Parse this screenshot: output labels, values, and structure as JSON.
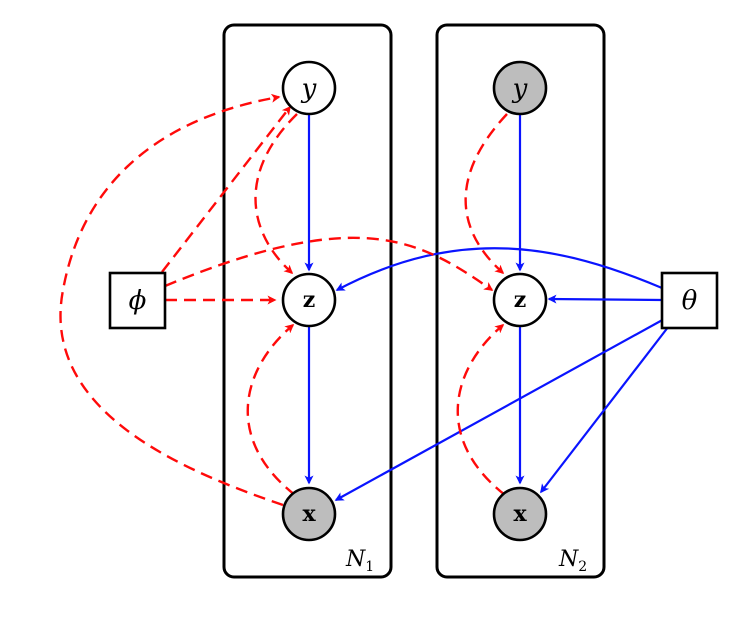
{
  "nodes": {
    "y1": "y",
    "z1": "z",
    "x1": "x",
    "y2": "y",
    "z2": "z",
    "x2": "x",
    "phi": "ϕ",
    "theta": "θ"
  },
  "plates": {
    "plate1": {
      "base": "N",
      "sub": "1"
    },
    "plate2": {
      "base": "N",
      "sub": "2"
    }
  },
  "colors": {
    "generative_edge": "#0a14ff",
    "inference_edge": "#ff0a0a",
    "observed_node_fill": "#bdbdbd",
    "latent_node_fill": "#ffffff"
  }
}
